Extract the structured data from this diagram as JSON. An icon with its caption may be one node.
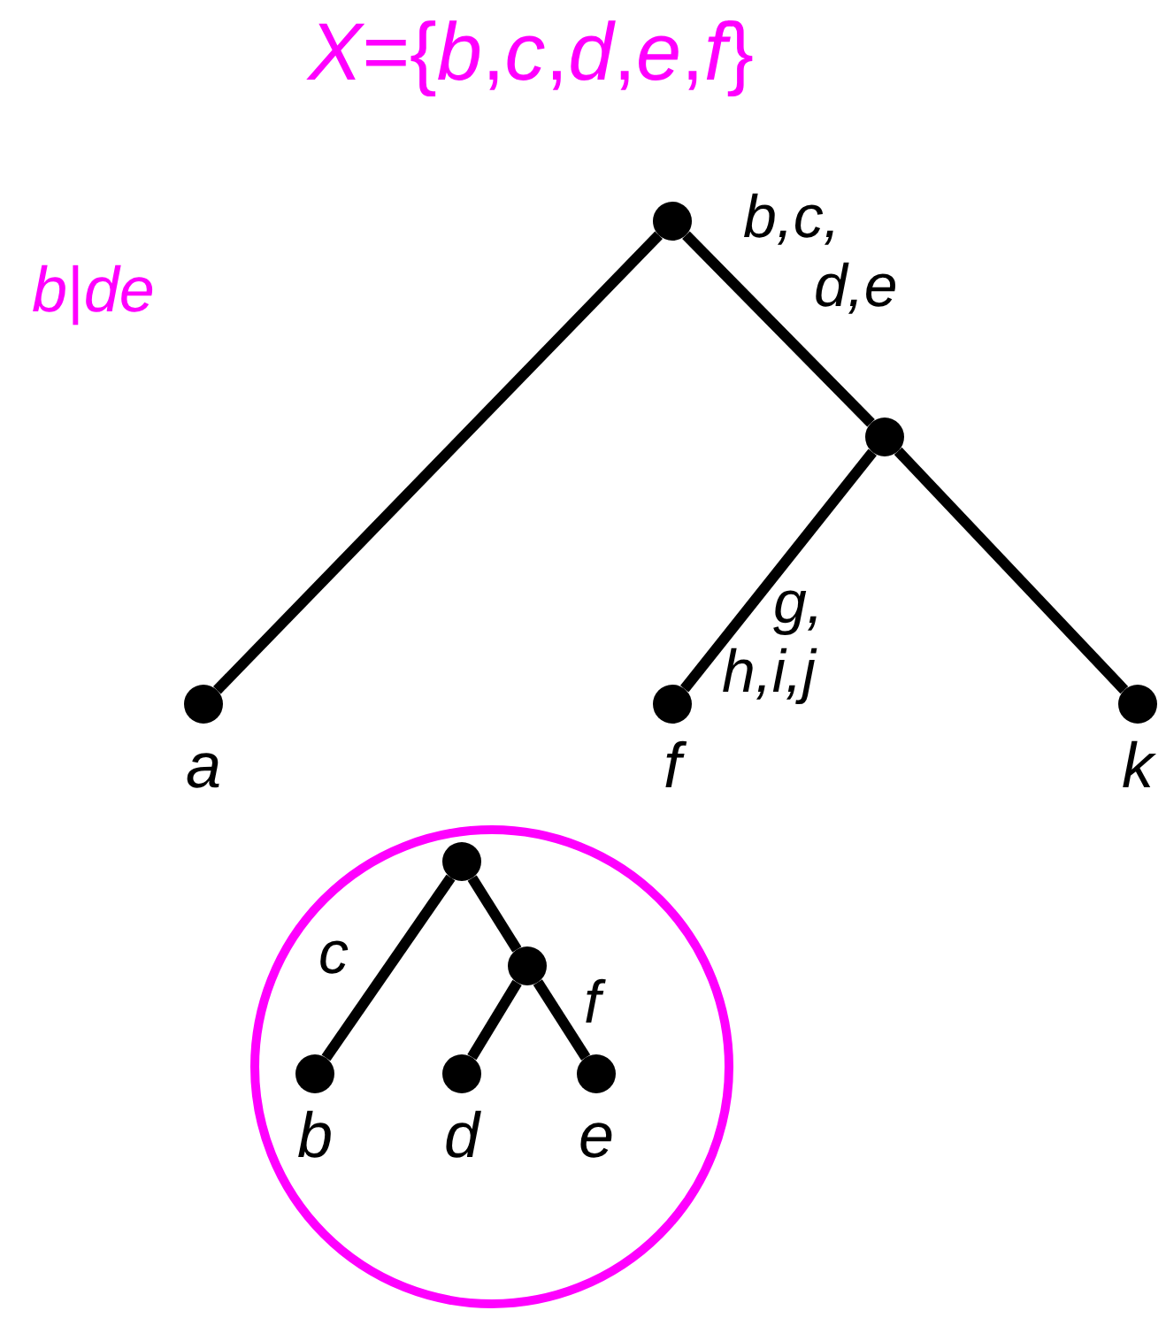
{
  "diagram": {
    "title": "*X*={*b*,*c*,*d*,*e*,*f*}",
    "nodes": [
      {
        "text": [],
        "shape": "circle"
      },
      {
        "text": [],
        "shape": "circle"
      },
      {
        "text": [
          "a"
        ]
      },
      {
        "text": [
          "f"
        ]
      },
      {
        "text": [
          "k"
        ]
      },
      {
        "text": [],
        "shape": "circle"
      },
      {
        "text": [],
        "shape": "circle",
        "in": 5
      },
      {
        "text": [],
        "shape": "circle",
        "in": 5
      },
      {
        "text": [
          "b"
        ],
        "in": 5
      },
      {
        "text": [
          "d"
        ],
        "in": 5
      },
      {
        "text": [
          "e"
        ],
        "in": 5
      }
    ],
    "edges": [
      {
        "from": 0,
        "to": 2,
        "arrow": "none"
      },
      {
        "from": 0,
        "to": 1,
        "arrow": "none",
        "label": "b,c, d,e"
      },
      {
        "from": 1,
        "to": 3,
        "arrow": "none",
        "label": "g, h,i,j"
      },
      {
        "from": 1,
        "to": 4,
        "arrow": "none"
      },
      {
        "from": 6,
        "to": 8,
        "arrow": "none",
        "label": "c"
      },
      {
        "from": 6,
        "to": 7,
        "arrow": "none"
      },
      {
        "from": 7,
        "to": 9,
        "arrow": "none"
      },
      {
        "from": 7,
        "to": 10,
        "arrow": "none",
        "label": "f"
      }
    ],
    "labels": [
      "*b*|*de*"
    ]
  }
}
